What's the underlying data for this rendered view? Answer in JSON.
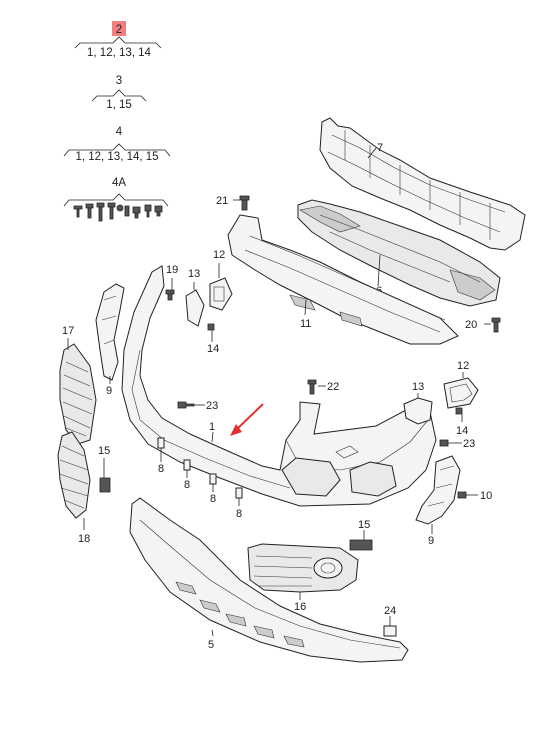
{
  "legend": {
    "groups": [
      {
        "id": "2",
        "items": "1, 12, 13, 14",
        "highlight_color": "#f08080"
      },
      {
        "id": "3",
        "items": "1, 15"
      },
      {
        "id": "4",
        "items": "1, 12, 13, 14, 15"
      },
      {
        "id": "4A",
        "items": ""
      }
    ]
  },
  "callouts": {
    "c1": "1",
    "c5": "5",
    "c6": "6",
    "c7": "7",
    "c8a": "8",
    "c8b": "8",
    "c8c": "8",
    "c8d": "8",
    "c9a": "9",
    "c9b": "9",
    "c10": "10",
    "c11": "11",
    "c12a": "12",
    "c12b": "12",
    "c13a": "13",
    "c13b": "13",
    "c14a": "14",
    "c14b": "14",
    "c15a": "15",
    "c15b": "15",
    "c16": "16",
    "c17": "17",
    "c18": "18",
    "c19": "19",
    "c20": "20",
    "c21": "21",
    "c22": "22",
    "c23a": "23",
    "c23b": "23",
    "c24": "24"
  },
  "colors": {
    "arrow": "#e03030",
    "highlight": "#f08080"
  }
}
